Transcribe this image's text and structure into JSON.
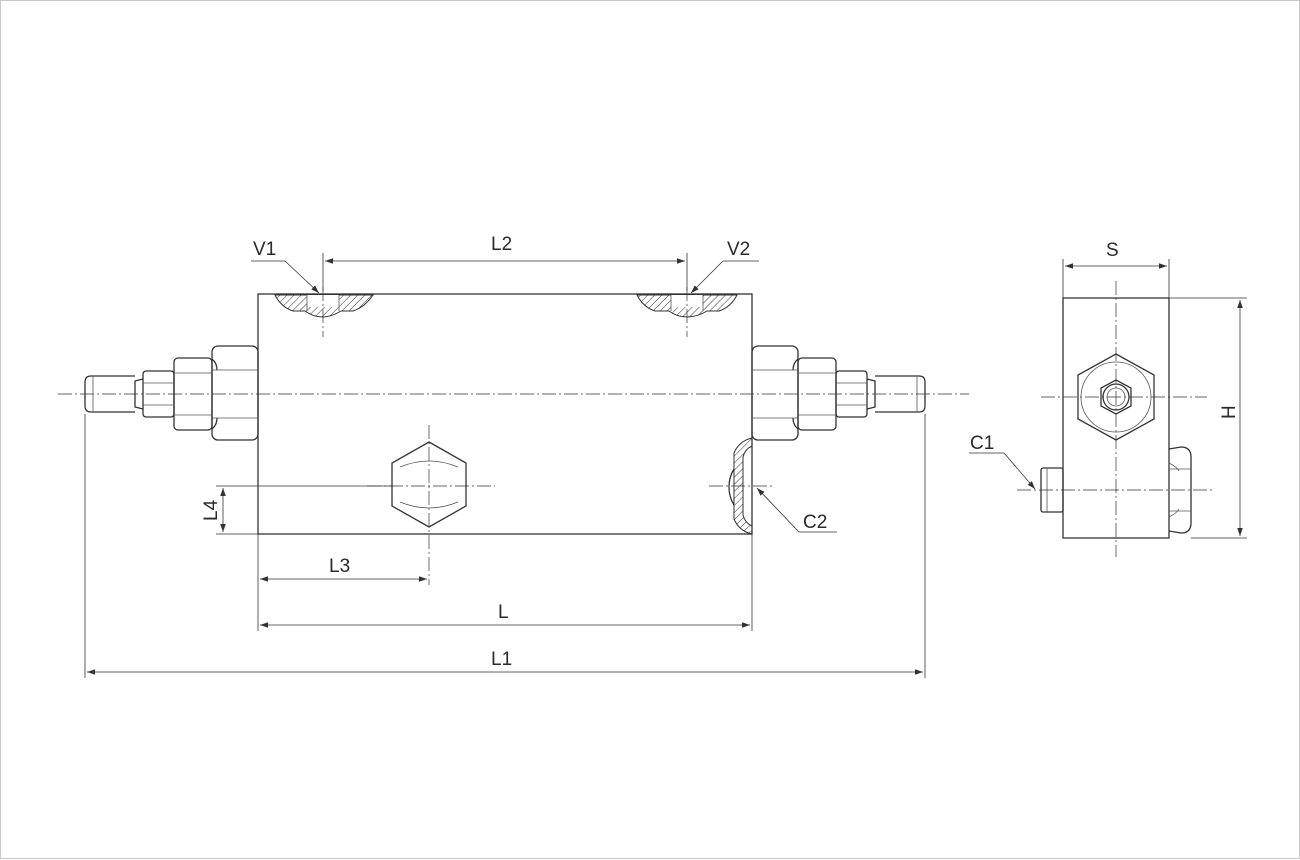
{
  "diagram": {
    "labels": {
      "v1": "V1",
      "v2": "V2",
      "l2": "L2",
      "l3": "L3",
      "l4": "L4",
      "l": "L",
      "l1": "L1",
      "c1": "C1",
      "c2": "C2",
      "s": "S",
      "h": "H"
    }
  }
}
